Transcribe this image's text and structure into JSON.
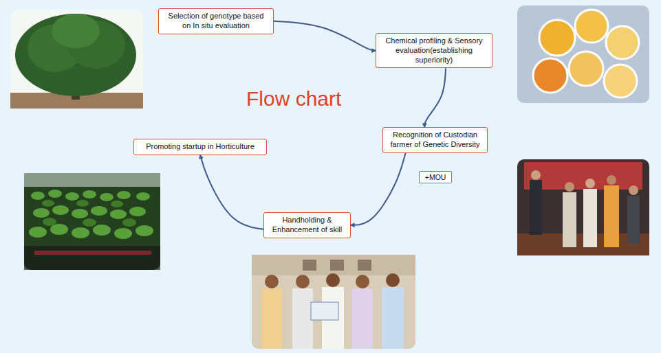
{
  "diagram": {
    "title": "Flow chart",
    "nodes": [
      {
        "text": [
          "Selection of genotype based on In situ evaluation"
        ]
      },
      {
        "text": [
          "Chemical profiling & Sensory evaluation(establishing superiority)"
        ]
      },
      {
        "text": [
          "Recognition of Custodian farmer of Genetic Diversity"
        ]
      },
      {
        "text": [
          "Handholding & Enhancement of skill"
        ]
      },
      {
        "text": [
          "Promoting startup in Horticulture"
        ]
      }
    ],
    "edges": [
      {
        "from": 0,
        "to": 1,
        "arrow": "to"
      },
      {
        "from": 1,
        "to": 2,
        "arrow": "to"
      },
      {
        "from": 2,
        "to": 3,
        "label": "+MOU",
        "arrow": "to"
      },
      {
        "from": 3,
        "to": 4,
        "arrow": "to"
      }
    ]
  }
}
